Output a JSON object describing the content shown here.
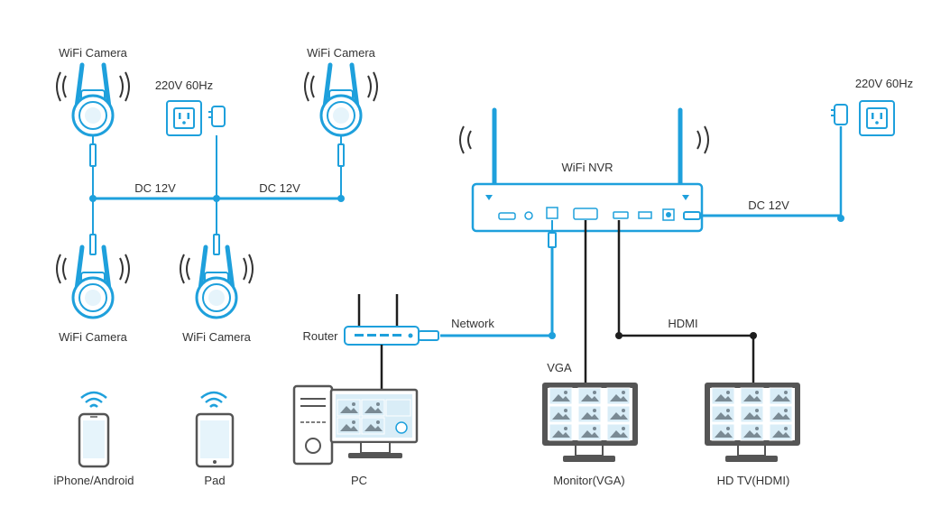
{
  "labels": {
    "cam1": "WiFi Camera",
    "cam2": "WiFi Camera",
    "cam3": "WiFi Camera",
    "cam4": "WiFi Camera",
    "power1": "220V 60Hz",
    "power2": "220V 60Hz",
    "dc1": "DC 12V",
    "dc2": "DC 12V",
    "dc3": "DC 12V",
    "nvr": "WiFi NVR",
    "router": "Router",
    "network": "Network",
    "hdmi": "HDMI",
    "vga": "VGA",
    "phone": "iPhone/Android",
    "pad": "Pad",
    "pc": "PC",
    "monitor": "Monitor(VGA)",
    "tv": "HD TV(HDMI)"
  },
  "colors": {
    "accent": "#1ea0dc",
    "line": "#1e1e1e",
    "device": "#555555",
    "screen_bg": "#d9edf7"
  }
}
